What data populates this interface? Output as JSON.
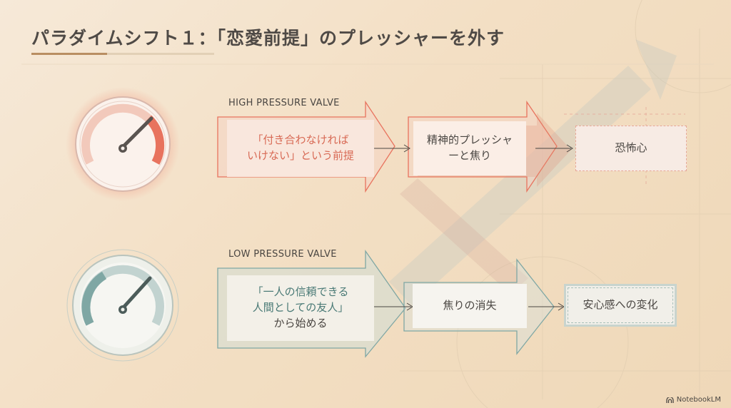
{
  "title": "パラダイムシフト１：「恋愛前提」のプレッシャーを外す",
  "colors": {
    "accent_red": "#e8735e",
    "accent_teal": "#7fa7a4",
    "text_dark": "#4a4642",
    "underline_accent": "#b98e62"
  },
  "high": {
    "label": "HIGH PRESSURE VALVE",
    "gauge_icon": "pressure-gauge-icon",
    "steps": [
      "「付き合わなければ\nいけない」という前提",
      "精神的プレッシャ\nーと焦り",
      "恐怖心"
    ]
  },
  "low": {
    "label": "LOW PRESSURE VALVE",
    "gauge_icon": "pressure-gauge-icon",
    "steps": [
      "「一人の信頼できる\n人間としての友人」",
      "から始める",
      "焦りの消失",
      "安心感への変化"
    ]
  },
  "brand": "NotebookLM"
}
